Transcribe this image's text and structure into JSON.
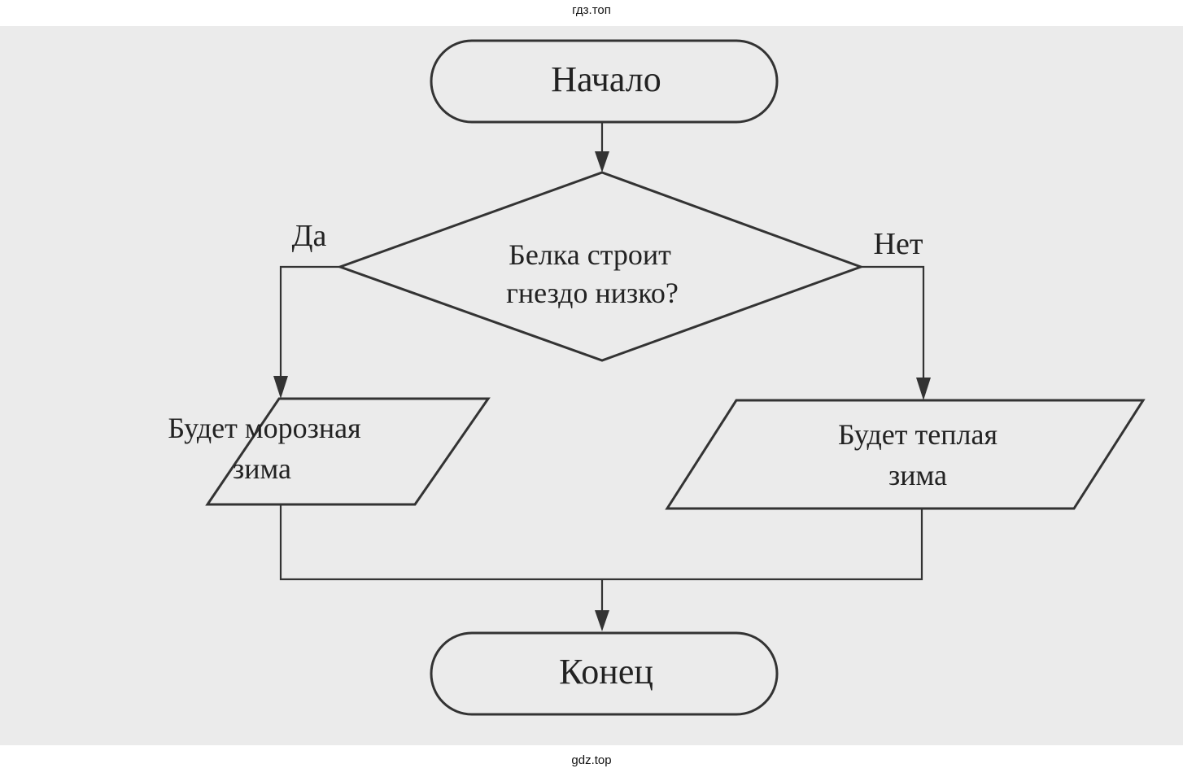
{
  "watermark_top": "гдз.топ",
  "watermark_bottom": "gdz.top",
  "flowchart": {
    "start": "Начало",
    "decision": [
      "Белка строит",
      "гнездо низко?"
    ],
    "yes_label": "Да",
    "no_label": "Нет",
    "yes_output": [
      "Будет морозная",
      "зима"
    ],
    "no_output": [
      "Будет теплая",
      "зима"
    ],
    "end": "Конец"
  }
}
